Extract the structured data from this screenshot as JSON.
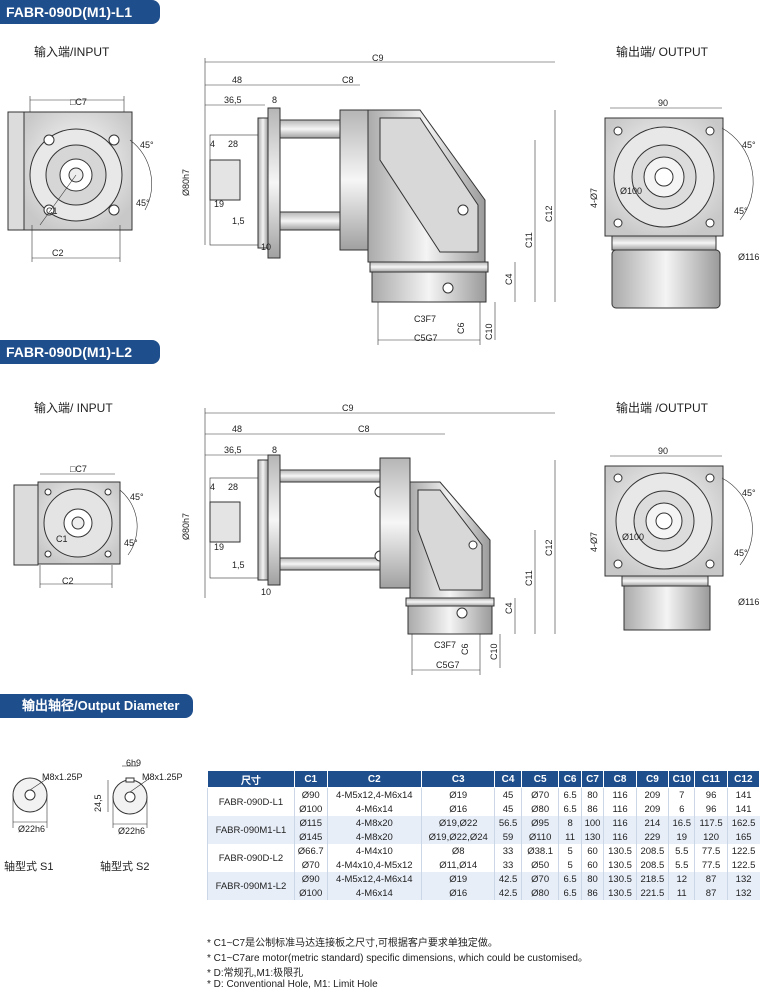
{
  "section1": {
    "title": "FABR-090D(M1)-L1",
    "input_label": "输入端/INPUT",
    "output_label": "输出端/ OUTPUT"
  },
  "section2": {
    "title": "FABR-090D(M1)-L2",
    "input_label": "输入端/ INPUT",
    "output_label": "输出端 /OUTPUT"
  },
  "section3": {
    "title": "输出轴径/Output Diameter",
    "s1_label": "轴型式 S1",
    "s2_label": "轴型式 S2"
  },
  "dims": {
    "c7": "□C7",
    "c9": "C9",
    "c8": "C8",
    "d48": "48",
    "d36": "36,5",
    "d8": "8",
    "d4": "4",
    "d28": "28",
    "d19": "19",
    "d15": "1,5",
    "d10": "10",
    "d80": "Ø80h7",
    "c12": "C12",
    "c11": "C11",
    "c4": "C4",
    "c10": "C10",
    "c6": "C6",
    "c3": "C3F7",
    "c5": "C5G7",
    "c2": "C2",
    "c1": "C1",
    "a45": "45°",
    "d90": "90",
    "d7": "4-Ø7",
    "d100": "Ø100",
    "d116": "Ø116",
    "m8": "M8x1.25P",
    "d22": "Ø22h6",
    "d245": "24,5",
    "d6": "6h9"
  },
  "table": {
    "headers": [
      "尺寸",
      "C1",
      "C2",
      "C3",
      "C4",
      "C5",
      "C6",
      "C7",
      "C8",
      "C9",
      "C10",
      "C11",
      "C12"
    ],
    "rows": [
      {
        "model": "FABR-090D-L1",
        "cells": [
          [
            "Ø90",
            "4-M5x12,4-M6x14",
            "Ø19",
            "45",
            "Ø70",
            "6.5",
            "80",
            "116",
            "209",
            "7",
            "96",
            "141"
          ],
          [
            "Ø100",
            "4-M6x14",
            "Ø16",
            "45",
            "Ø80",
            "6.5",
            "86",
            "116",
            "209",
            "6",
            "96",
            "141"
          ]
        ]
      },
      {
        "model": "FABR-090M1-L1",
        "cells": [
          [
            "Ø115",
            "4-M8x20",
            "Ø19,Ø22",
            "56.5",
            "Ø95",
            "8",
            "100",
            "116",
            "214",
            "16.5",
            "117.5",
            "162.5"
          ],
          [
            "Ø145",
            "4-M8x20",
            "Ø19,Ø22,Ø24",
            "59",
            "Ø110",
            "11",
            "130",
            "116",
            "229",
            "19",
            "120",
            "165"
          ]
        ]
      },
      {
        "model": "FABR-090D-L2",
        "cells": [
          [
            "Ø66.7",
            "4-M4x10",
            "Ø8",
            "33",
            "Ø38.1",
            "5",
            "60",
            "130.5",
            "208.5",
            "5.5",
            "77.5",
            "122.5"
          ],
          [
            "Ø70",
            "4-M4x10,4-M5x12",
            "Ø11,Ø14",
            "33",
            "Ø50",
            "5",
            "60",
            "130.5",
            "208.5",
            "5.5",
            "77.5",
            "122.5"
          ]
        ]
      },
      {
        "model": "FABR-090M1-L2",
        "cells": [
          [
            "Ø90",
            "4-M5x12,4-M6x14",
            "Ø19",
            "42.5",
            "Ø70",
            "6.5",
            "80",
            "130.5",
            "218.5",
            "12",
            "87",
            "132"
          ],
          [
            "Ø100",
            "4-M6x14",
            "Ø16",
            "42.5",
            "Ø80",
            "6.5",
            "86",
            "130.5",
            "221.5",
            "11",
            "87",
            "132"
          ]
        ]
      }
    ]
  },
  "notes": [
    "* C1~C7是公制标准马达连接板之尺寸,可根据客户要求单独定做。",
    "* C1~C7are motor(metric standard)  specific dimensions, which could be customised。",
    "* D:常规孔,M1:极限孔",
    "* D: Conventional Hole, M1: Limit Hole"
  ]
}
